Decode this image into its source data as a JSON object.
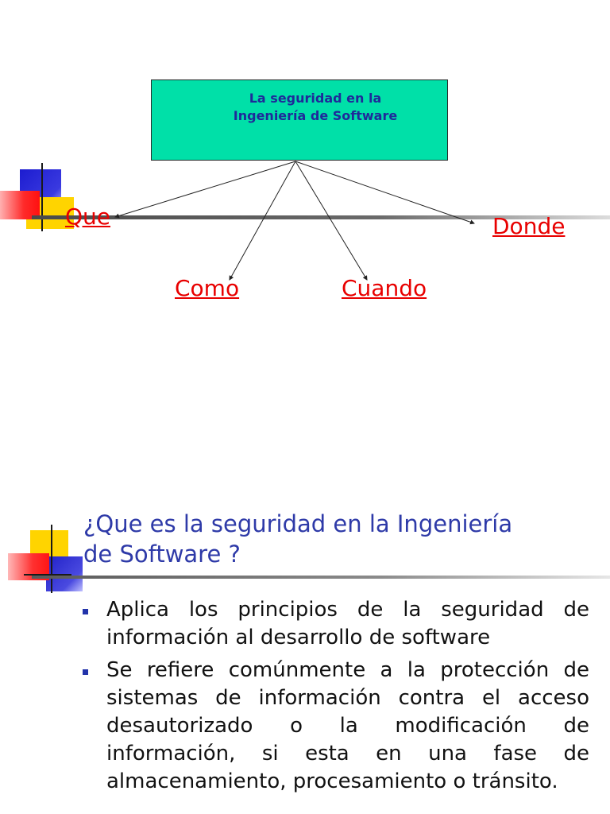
{
  "slide1": {
    "box_title_line1": "La seguridad en la",
    "box_title_line2": "Ingeniería de Software",
    "links": {
      "que": "Que",
      "donde": "Donde",
      "como": "Como",
      "cuando": "Cuando"
    }
  },
  "slide2": {
    "heading_line1": "¿Que es la seguridad en la Ingeniería",
    "heading_line2": "de Software ?",
    "bullets": [
      "Aplica los principios de la seguridad de información al desarrollo de software",
      "Se refiere comúnmente a la protección de sistemas de información contra el acceso desautorizado o la modificación de información, si esta en una fase de almacenamiento, procesamiento o tránsito."
    ]
  },
  "colors": {
    "box_fill": "#00e0a8",
    "link": "#e80000",
    "heading": "#2e3aa8",
    "deco_blue": "#2b2bd0",
    "deco_yellow": "#ffd400",
    "deco_red": "#ff2020"
  }
}
